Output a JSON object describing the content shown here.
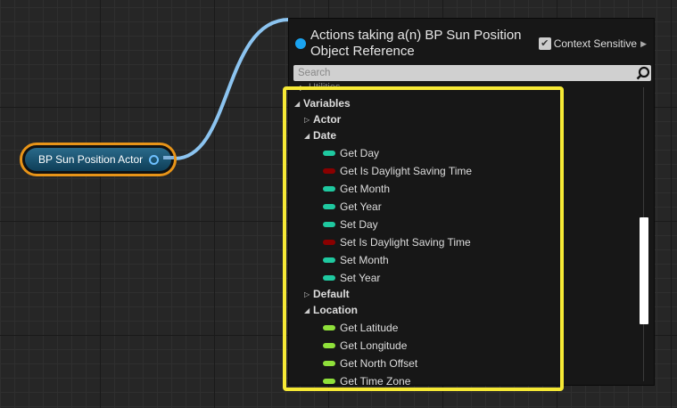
{
  "node": {
    "label": "BP Sun Position Actor",
    "color": "#e89418"
  },
  "panel": {
    "title": "Actions taking a(n) BP Sun Position Object Reference",
    "context_sensitive_label": "Context Sensitive",
    "context_sensitive_checked": true,
    "search_placeholder": "Search",
    "partial_top": "Utilities",
    "rows": [
      {
        "type": "cat",
        "label": "Variables",
        "expanded": true,
        "level": 0
      },
      {
        "type": "cat",
        "label": "Actor",
        "expanded": false,
        "level": 1
      },
      {
        "type": "cat",
        "label": "Date",
        "expanded": true,
        "level": 1
      },
      {
        "type": "item",
        "label": "Get Day",
        "pin": "#1fc9a0"
      },
      {
        "type": "item",
        "label": "Get Is Daylight Saving Time",
        "pin": "#8a0000"
      },
      {
        "type": "item",
        "label": "Get Month",
        "pin": "#1fc9a0"
      },
      {
        "type": "item",
        "label": "Get Year",
        "pin": "#1fc9a0"
      },
      {
        "type": "item",
        "label": "Set Day",
        "pin": "#1fc9a0"
      },
      {
        "type": "item",
        "label": "Set Is Daylight Saving Time",
        "pin": "#8a0000"
      },
      {
        "type": "item",
        "label": "Set Month",
        "pin": "#1fc9a0"
      },
      {
        "type": "item",
        "label": "Set Year",
        "pin": "#1fc9a0"
      },
      {
        "type": "cat",
        "label": "Default",
        "expanded": false,
        "level": 1
      },
      {
        "type": "cat",
        "label": "Location",
        "expanded": true,
        "level": 1
      },
      {
        "type": "item",
        "label": "Get Latitude",
        "pin": "#8fe03a"
      },
      {
        "type": "item",
        "label": "Get Longitude",
        "pin": "#8fe03a"
      },
      {
        "type": "item",
        "label": "Get North Offset",
        "pin": "#8fe03a"
      },
      {
        "type": "item",
        "label": "Get Time Zone",
        "pin": "#8fe03a"
      }
    ]
  },
  "highlight_color": "#f6e935"
}
